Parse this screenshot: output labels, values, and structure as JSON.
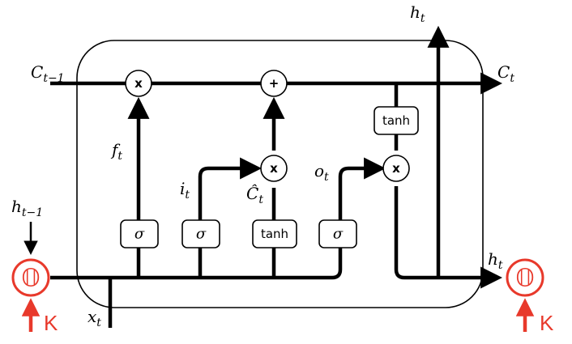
{
  "labels": {
    "c_prev": {
      "main": "C",
      "sub": "t−1"
    },
    "c_next": {
      "main": "C",
      "sub": "t"
    },
    "h_top": {
      "main": "h",
      "sub": "t"
    },
    "h_right": {
      "main": "h",
      "sub": "t"
    },
    "h_prev": {
      "main": "h",
      "sub": "t−1"
    },
    "x_t": {
      "main": "x",
      "sub": "t"
    },
    "f_t": {
      "main": "f",
      "sub": "t"
    },
    "i_t": {
      "main": "i",
      "sub": "t"
    },
    "o_t": {
      "main": "o",
      "sub": "t"
    },
    "c_hat": {
      "main": "Ĉ",
      "sub": "t"
    }
  },
  "operators": {
    "forget_mult": "x",
    "cell_add": "+",
    "input_mult": "x",
    "output_mult": "x"
  },
  "gates": {
    "forget_sigma": "σ",
    "input_sigma": "σ",
    "candidate_tanh": "tanh",
    "output_sigma": "σ",
    "cell_tanh": "tanh"
  },
  "modules": {
    "left_glyph": "𝕆",
    "left_k": "K",
    "right_glyph": "𝕆",
    "right_k": "K"
  },
  "colors": {
    "line": "#000000",
    "accent": "#e8392b"
  }
}
